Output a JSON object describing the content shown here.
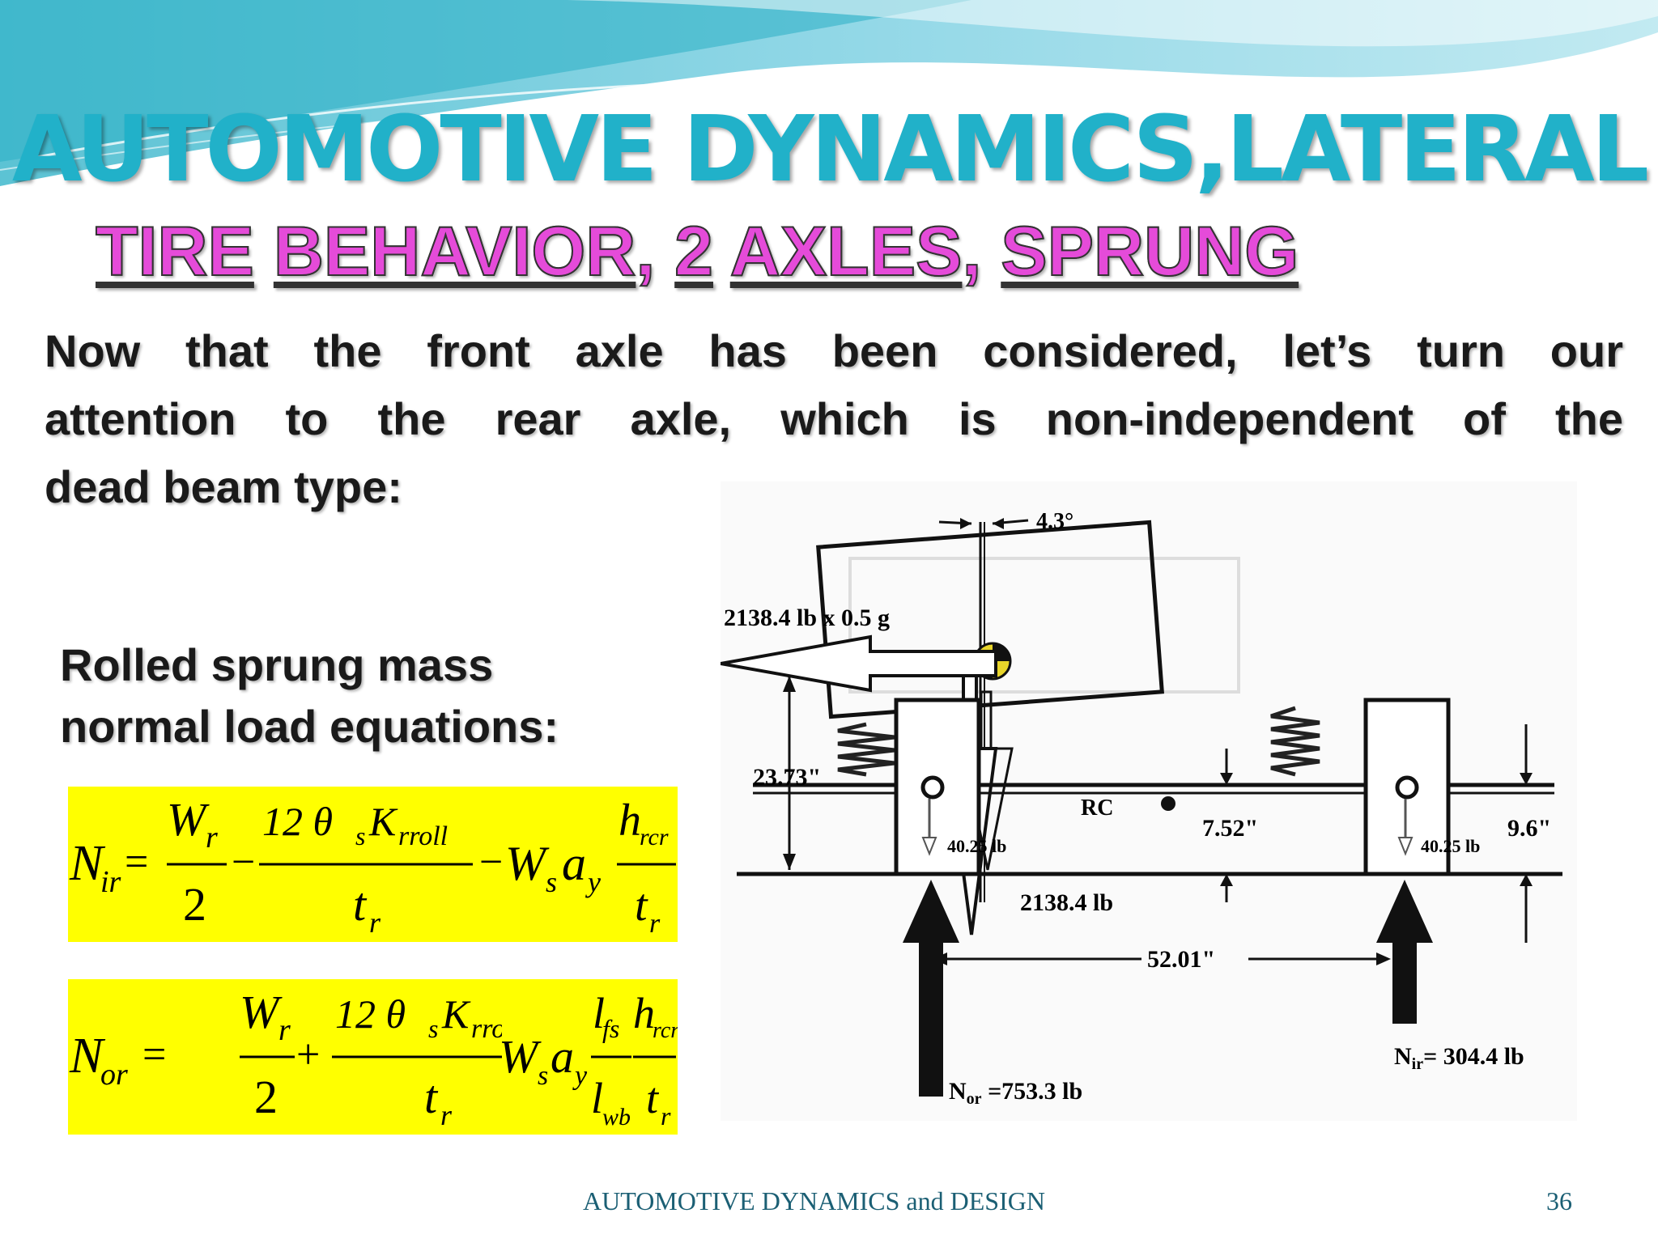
{
  "slide": {
    "title": "AUTOMOTIVE DYNAMICS,LATERAL",
    "subtitle": {
      "words": [
        "TIRE",
        "BEHAVIOR",
        "2",
        "AXLES",
        "SPRUNG"
      ],
      "separators": [
        " ",
        ", ",
        " ",
        ", "
      ]
    },
    "paragraph_lines": [
      "Now that the front axle has been considered, let’s turn our",
      "attention to the rear axle, which is non-independent of the",
      "dead beam type:"
    ],
    "equations_heading_lines": [
      "Rolled sprung mass",
      "normal load equations:"
    ],
    "footer": "AUTOMOTIVE DYNAMICS and DESIGN",
    "page_number": "36"
  },
  "equations": [
    {
      "lhs": "N",
      "lhs_sub": "ir",
      "op": "−",
      "op2": "−"
    },
    {
      "lhs": "N",
      "lhs_sub": "or",
      "op": "+",
      "op2": "+"
    }
  ],
  "equation_terms": {
    "wr": "W",
    "wr_sub": "r",
    "two": "2",
    "twelve": "12 θ",
    "theta_sub": "s",
    "k": "K",
    "k_sub": "rroll",
    "t": "t",
    "t_sub": "r",
    "ws": "W",
    "ws_sub": "s",
    "ay": "a",
    "ay_sub": "y",
    "l": "l",
    "lfs_sub": "fs",
    "lwb_sub": "wb",
    "h": "h",
    "h_sub": "rcr"
  },
  "diagram": {
    "force_label": "2138.4 lb x  0.5 g",
    "roll_angle": "4.3°",
    "cg_height": "23.73\"",
    "rc_label": "RC",
    "rc_height": "7.52\"",
    "axle_height": "9.6\"",
    "left_wheel_load": "40.25 lb",
    "right_wheel_load": "40.25 lb",
    "sprung_weight": "2138.4 lb",
    "track_width": "52.01\"",
    "n_ir_label": "N",
    "n_ir_sub": "ir",
    "n_ir_value": "= 304.4 lb",
    "n_or_label": "N",
    "n_or_sub": "or",
    "n_or_value": " =753.3 lb"
  },
  "colors": {
    "title": "#21b1c9",
    "subtitle": "#e54bd9",
    "equation_bg": "#ffff00",
    "footer": "#1b5f74"
  }
}
